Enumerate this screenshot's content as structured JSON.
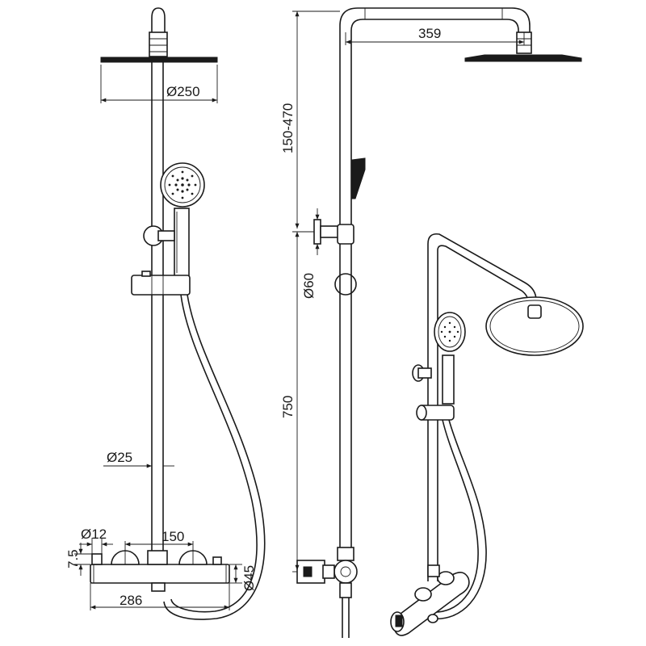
{
  "dimensions": {
    "head_diameter": "Ø250",
    "arm_length": "359",
    "height_adjust": "150-470",
    "slide_diameter": "Ø60",
    "riser_height": "750",
    "pipe_diameter": "Ø25",
    "outlet_diameter": "Ø12",
    "inlet_spacing": "150",
    "offset": "7.5",
    "body_diameter": "Ø45",
    "body_length": "286"
  },
  "colors": {
    "line": "#1a1a1a",
    "background": "#ffffff"
  }
}
